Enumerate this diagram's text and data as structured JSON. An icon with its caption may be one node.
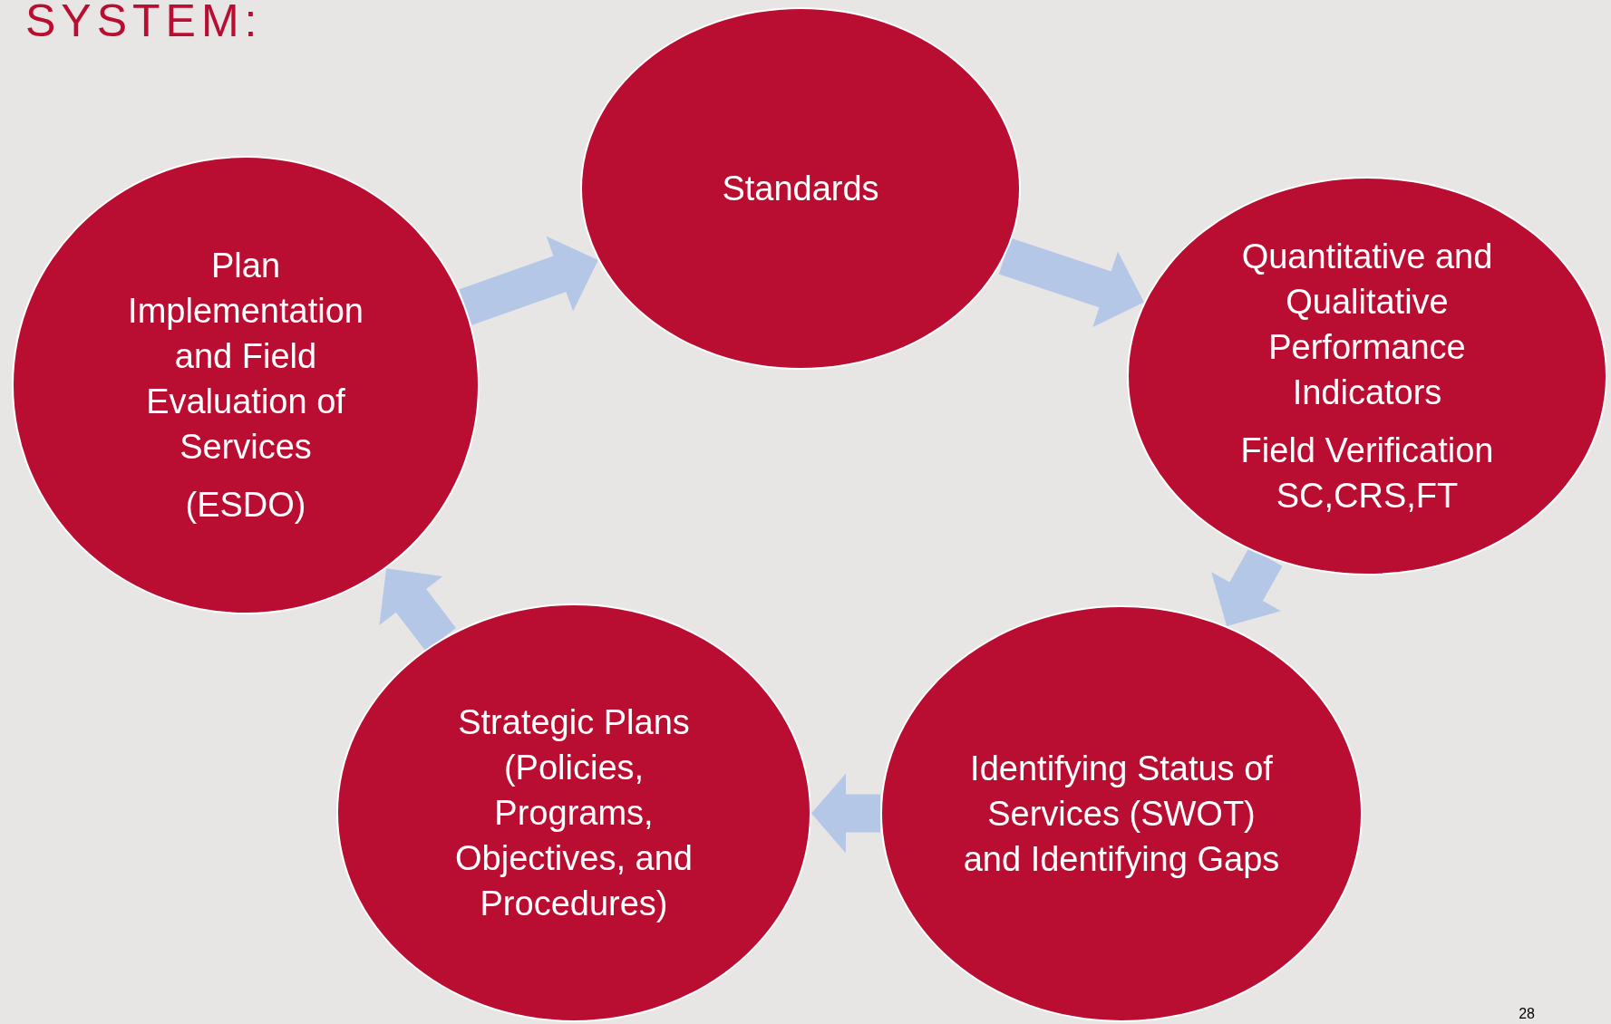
{
  "diagram": {
    "title": "SYSTEM:",
    "nodes": [
      {
        "text": [
          "Standards"
        ]
      },
      {
        "text": [
          "Quantitative and Qualitative Performance Indicators",
          "Field Verification SC,CRS,FT"
        ]
      },
      {
        "text": [
          "Identifying Status of Services (SWOT) and Identifying Gaps"
        ]
      },
      {
        "text": [
          "Strategic Plans (Policies, Programs, Objectives, and Procedures)"
        ]
      },
      {
        "text": [
          "Plan Implementation and Field Evaluation of Services",
          "(ESDO)"
        ]
      }
    ],
    "edges": [
      {
        "from": 4,
        "to": 0,
        "arrow": "to"
      },
      {
        "from": 0,
        "to": 1,
        "arrow": "to"
      },
      {
        "from": 1,
        "to": 2,
        "arrow": "to"
      },
      {
        "from": 2,
        "to": 3,
        "arrow": "to"
      },
      {
        "from": 3,
        "to": 4,
        "arrow": "to"
      }
    ],
    "labels": [
      "28"
    ]
  }
}
